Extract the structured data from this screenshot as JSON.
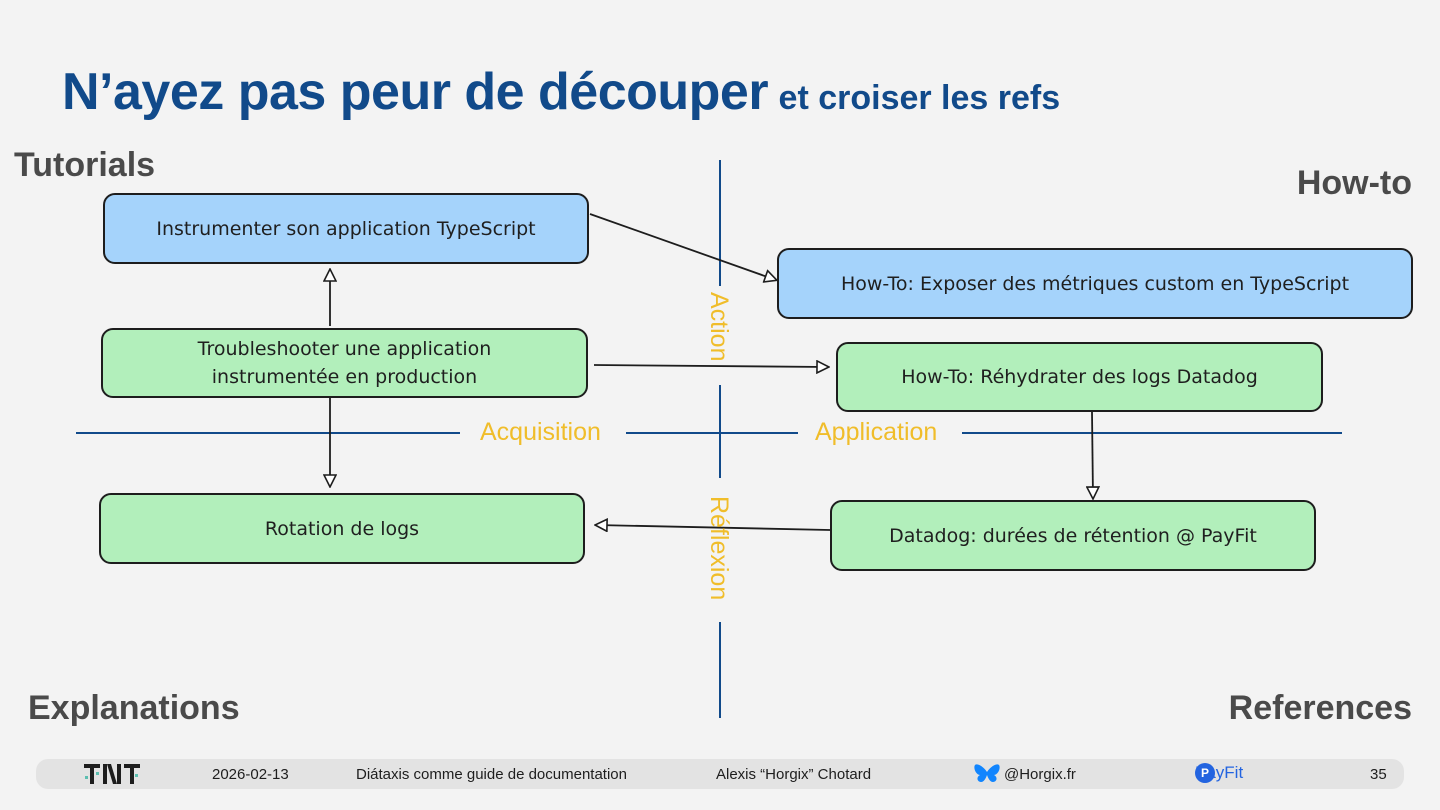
{
  "slide": {
    "title_main": "N’ayez pas peur de découper",
    "title_sub": "et croiser les refs"
  },
  "quadrants": {
    "top_left": "Tutorials",
    "top_right": "How-to",
    "bottom_left": "Explanations",
    "bottom_right": "References"
  },
  "axes": {
    "left": "Acquisition",
    "right": "Application",
    "top": "Action",
    "bottom": "Réflexion",
    "line_color": "#114a8a",
    "label_color": "#f0bd2a"
  },
  "nodes": {
    "instrument": "Instrumenter son application TypeScript",
    "expose_metrics": "How-To: Exposer des métriques custom en TypeScript",
    "troubleshoot": "Troubleshooter une application instrumentée en production",
    "rehydrate": "How-To: Réhydrater des logs Datadog",
    "log_rotation": "Rotation de logs",
    "retention": "Datadog: durées de rétention @ PayFit"
  },
  "node_colors": {
    "blue": "#a5d3fb",
    "green": "#b2efbb"
  },
  "edges": [
    {
      "from": "instrument",
      "to": "expose_metrics"
    },
    {
      "from": "troubleshoot",
      "to": "instrument"
    },
    {
      "from": "troubleshoot",
      "to": "rehydrate"
    },
    {
      "from": "troubleshoot",
      "to": "log_rotation"
    },
    {
      "from": "rehydrate",
      "to": "retention"
    },
    {
      "from": "retention",
      "to": "log_rotation"
    }
  ],
  "footer": {
    "logo_text": "TNT",
    "date": "2026-02-13",
    "talk_title": "Diátaxis comme guide de documentation",
    "author": "Alexis “Horgix” Chotard",
    "social_icon": "butterfly-icon",
    "handle": "@Horgix.fr",
    "company": "PayFit",
    "page_number": "35"
  }
}
